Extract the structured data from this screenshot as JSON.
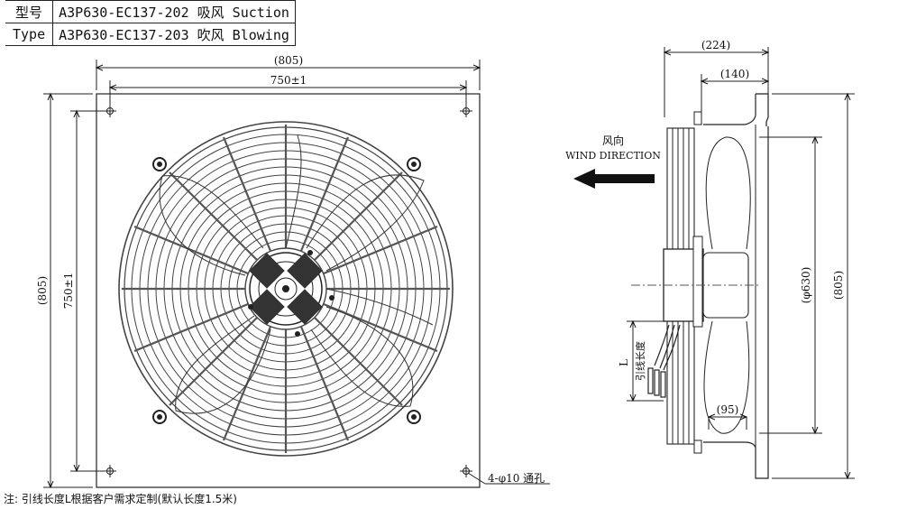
{
  "spec_table": {
    "rows": [
      {
        "label": "型号",
        "value": "A3P630-EC137-202 吸风 Suction"
      },
      {
        "label": "Type",
        "value": "A3P630-EC137-203 吹风 Blowing"
      }
    ]
  },
  "front_view": {
    "overall_width": "(805)",
    "hole_pitch_width": "750±1",
    "overall_height": "(805)",
    "hole_pitch_height": "750±1",
    "mount_holes": "4-φ10 通孔"
  },
  "side_view": {
    "depth_overall": "(224)",
    "depth_flange": "(140)",
    "wind_cn": "风向",
    "wind_en": "WIND DIRECTION",
    "fan_diameter": "(φ630)",
    "panel_height": "(805)",
    "hub_width": "(95)",
    "lead_label": "L",
    "lead_cn": "引线长度"
  },
  "note": "注: 引线长度L根据客户需求定制(默认长度1.5米)"
}
